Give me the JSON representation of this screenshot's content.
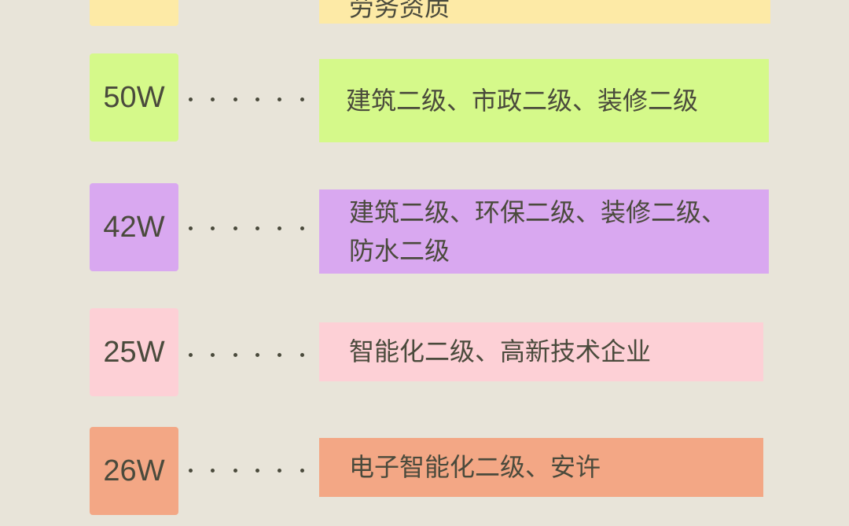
{
  "rows": [
    {
      "price": "",
      "text": "劳务资质",
      "color": "#fdeaa6"
    },
    {
      "price": "50W",
      "text": "建筑二级、市政二级、装修二级",
      "color": "#d5f98a"
    },
    {
      "price": "42W",
      "text": "建筑二级、环保二级、装修二级、防水二级",
      "color": "#d9a8f0"
    },
    {
      "price": "25W",
      "text": "智能化二级、高新技术企业",
      "color": "#fdd0d6"
    },
    {
      "price": "26W",
      "text": "电子智能化二级、安许",
      "color": "#f3a785"
    }
  ]
}
